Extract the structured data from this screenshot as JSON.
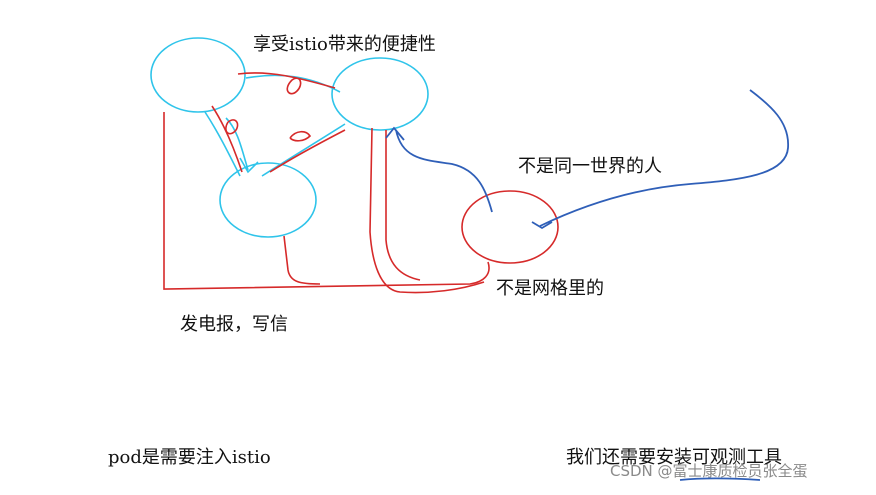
{
  "labels": {
    "top_caption": "享受istio带来的便捷性",
    "different_world": "不是同一世界的人",
    "not_in_mesh": "不是网格里的",
    "telegram_letter": "发电报，写信",
    "pod_inject": "pod是需要注入istio",
    "observability_tools": "我们还需要安装可观测工具",
    "credit": "CSDN @富士康质检员张全蛋"
  },
  "colors": {
    "mesh_circle": "#2fc4ea",
    "outside_circle": "#d62a2a",
    "red_ink": "#d62a2a",
    "blue_ink": "#2f5fb8",
    "text": "#111111",
    "credit": "#8a8a8a"
  }
}
